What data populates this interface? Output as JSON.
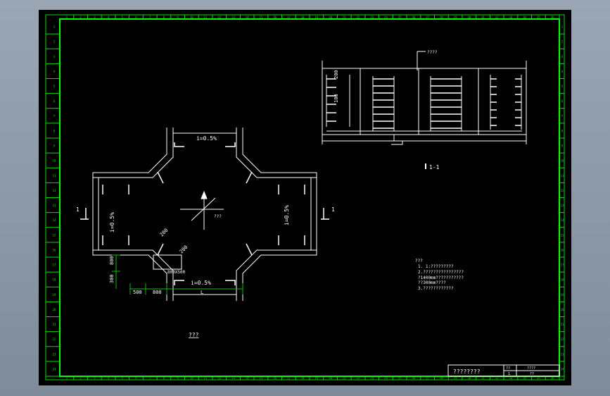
{
  "drawing": {
    "plan": {
      "slope_top": "i=0.5%",
      "slope_bottom": "i=0.5%",
      "slope_left": "i=0.5%",
      "slope_right": "i=0.5%",
      "center_label": "???",
      "section_left": "1",
      "section_right": "1",
      "dim_200_a": "200",
      "dim_200_b": "200",
      "dim_800_v": "800",
      "dim_300": "300",
      "dim_500": "500",
      "dim_800_h": "800",
      "dim_L": "L",
      "pit_label": "800X500",
      "caption": "???"
    },
    "section": {
      "top_tag": "????",
      "dim_200": "200",
      "dim_100": "100",
      "caption": "1-1"
    },
    "notes": [
      "???",
      "1. 1:?????????",
      "2.????????????????",
      "  ?1400mm???????????",
      "  ??300mm????",
      "3.????????????"
    ],
    "title_block": {
      "name": "????????",
      "cell_a": "??",
      "cell_b": "????",
      "cell_c": "1",
      "cell_d": "??"
    },
    "border_numbers_h": [
      "1",
      "2",
      "3",
      "4",
      "5",
      "6",
      "7",
      "8",
      "9",
      "10",
      "11",
      "12",
      "13",
      "14",
      "15",
      "16",
      "17",
      "18",
      "19",
      "20",
      "21",
      "22",
      "23",
      "24",
      "25",
      "26",
      "27",
      "28",
      "29",
      "30",
      "31",
      "32",
      "33",
      "34",
      "35",
      "36"
    ],
    "border_numbers_v": [
      "1",
      "2",
      "3",
      "4",
      "5",
      "6",
      "7",
      "8",
      "9",
      "10",
      "11",
      "12",
      "13",
      "14",
      "15",
      "16",
      "17",
      "18",
      "19",
      "20",
      "21",
      "22",
      "23",
      "24"
    ]
  }
}
